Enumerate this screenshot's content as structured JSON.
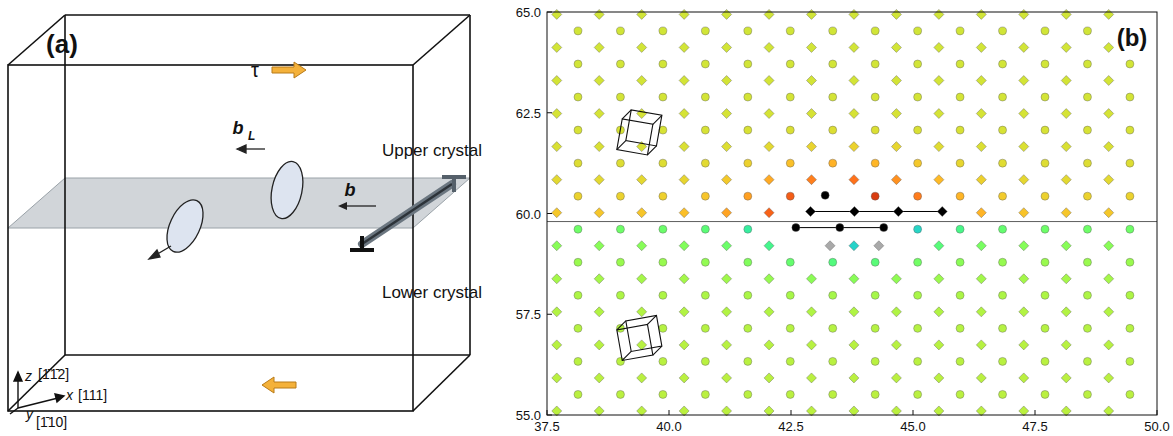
{
  "diagram": {
    "labels": [
      "(a)",
      "τ",
      "b",
      "L",
      "Upper crystal",
      "b",
      "Lower crystal",
      "z",
      "[1̄1̄2]",
      "x",
      "[111]",
      "y",
      "[1̄10]",
      "(b)",
      "65.0",
      "62.5",
      "60.0",
      "57.5",
      "55.0",
      "37.5",
      "40.0",
      "42.5",
      "45.0",
      "47.5",
      "50.0"
    ]
  }
}
